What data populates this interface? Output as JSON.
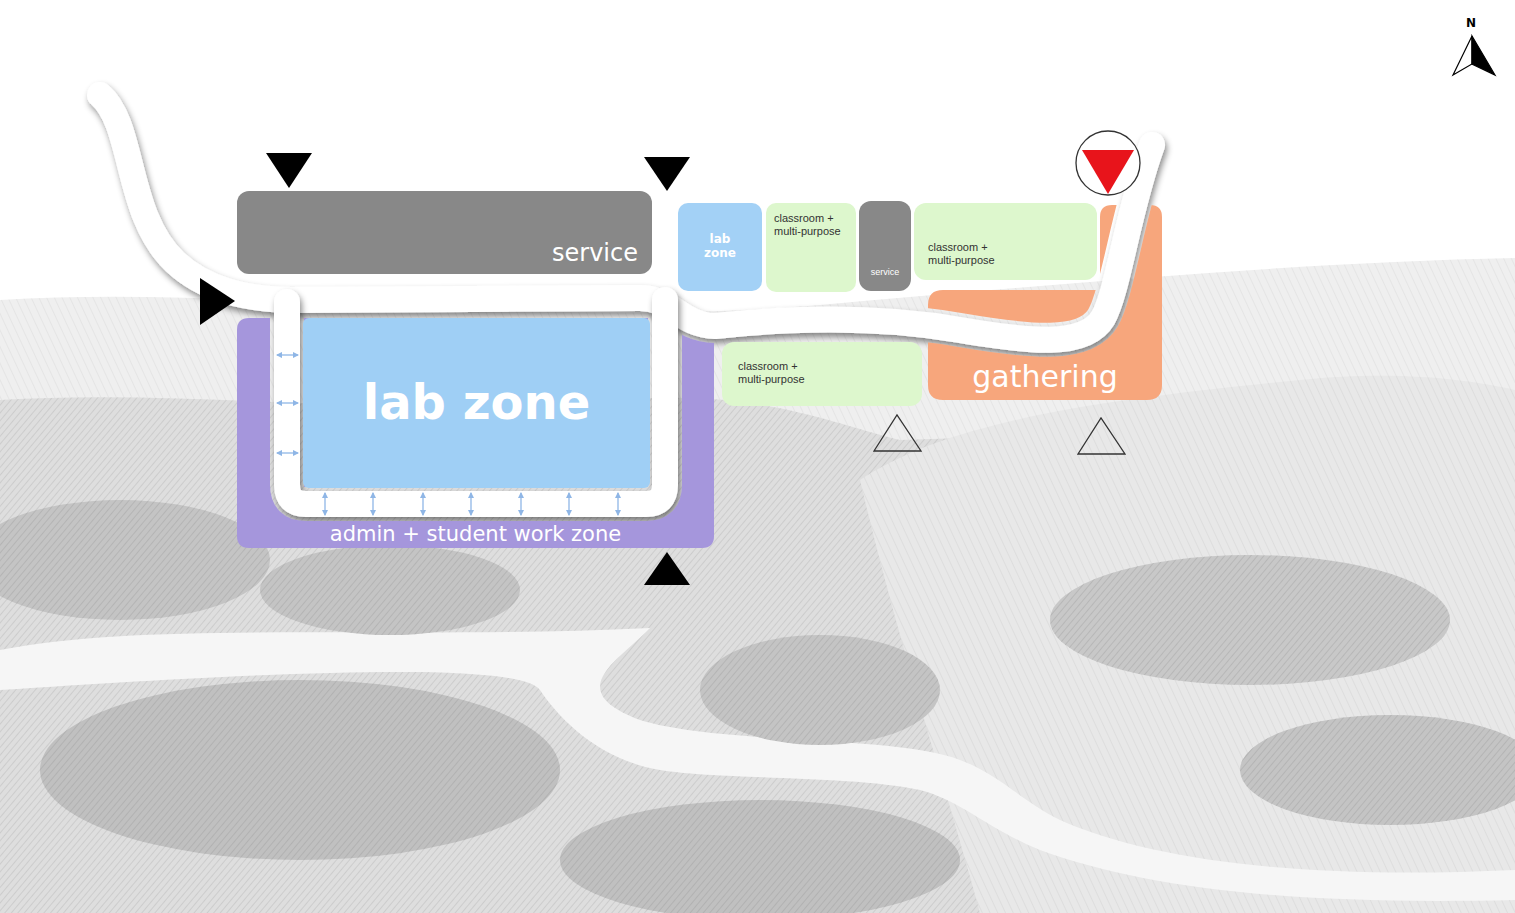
{
  "diagram": {
    "nodes": [
      {
        "text": [
          "service"
        ]
      },
      {
        "text": [
          "lab zone"
        ]
      },
      {
        "text": [
          "classroom + multi-purpose"
        ]
      },
      {
        "text": [
          "service"
        ]
      },
      {
        "text": [
          "classroom + multi-purpose"
        ]
      },
      {
        "text": [
          "gathering"
        ]
      },
      {
        "text": [
          "admin + student work zone"
        ]
      },
      {
        "text": [
          "lab zone"
        ],
        "in": 6
      },
      {
        "text": [
          "classroom + multi-purpose"
        ]
      }
    ],
    "labels": [
      "N"
    ]
  }
}
